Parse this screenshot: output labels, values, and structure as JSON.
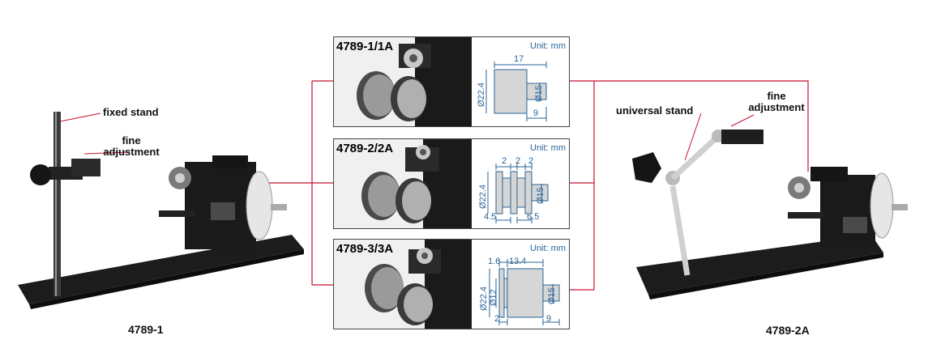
{
  "left_product": {
    "label_fixed_stand": "fixed stand",
    "label_fine_adjustment_line1": "fine",
    "label_fine_adjustment_line2": "adjustment",
    "model": "4789-1"
  },
  "right_product": {
    "label_universal_stand": "universal stand",
    "label_fine_adjustment_line1": "fine",
    "label_fine_adjustment_line2": "adjustment",
    "model": "4789-2A"
  },
  "cards": [
    {
      "title": "4789-1/1A",
      "unit": "Unit: mm",
      "dims": {
        "length_top": "17",
        "dia_head": "Ø22.4",
        "dia_shaft": "Ø15",
        "length_bottom": "9"
      }
    },
    {
      "title": "4789-2/2A",
      "unit": "Unit: mm",
      "dims": {
        "gap1": "2",
        "gap2": "2",
        "gap3": "2",
        "dia_head": "Ø22.4",
        "dia_shaft": "Ø15",
        "left": "4.5",
        "right": "6.5"
      }
    },
    {
      "title": "4789-3/3A",
      "unit": "Unit: mm",
      "dims": {
        "left_top": "1.6",
        "length_top": "13.4",
        "dia_head": "Ø22.4",
        "dia_inner": "Ø12",
        "dia_shaft": "Ø15",
        "bottom_left": "2",
        "bottom_right": "9"
      }
    }
  ],
  "colors": {
    "connector": "#c8102e",
    "dimension": "#2a6496",
    "machine": "#1c1c1c",
    "metal": "#b8b8b8"
  }
}
